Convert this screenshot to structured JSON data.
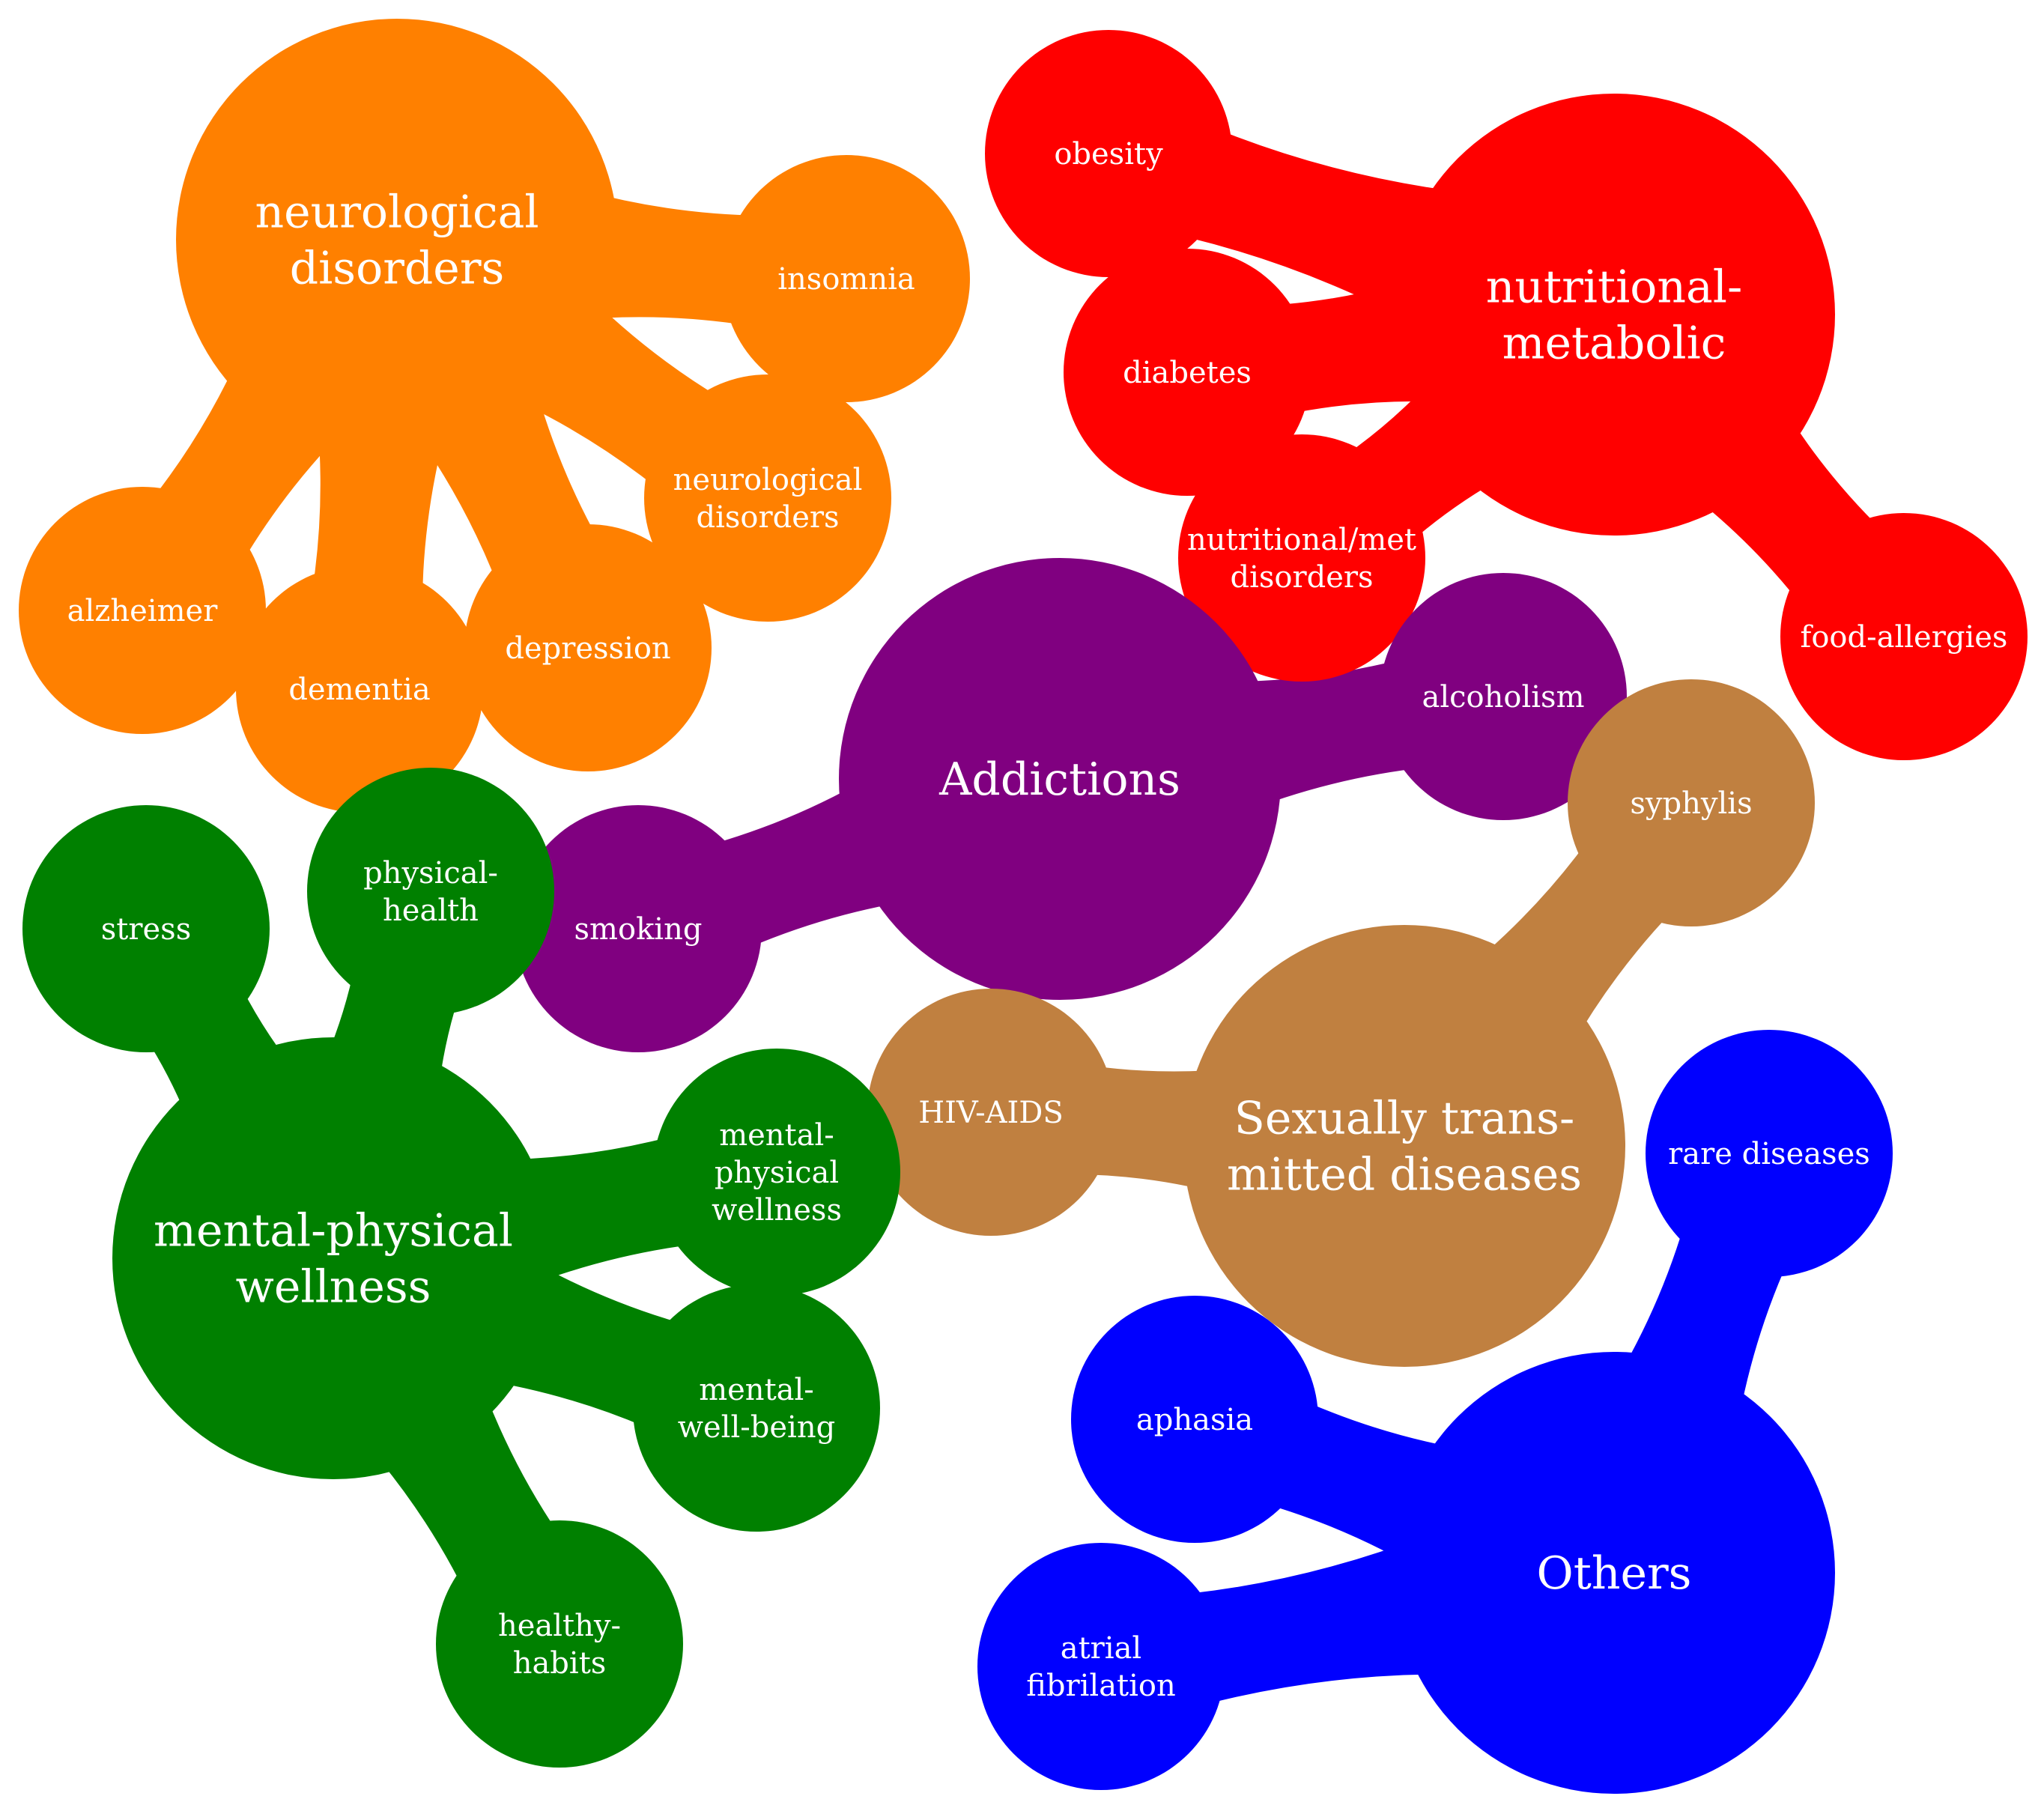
{
  "colors": {
    "neuro": "#ff8000",
    "nutri": "#ff0000",
    "addict": "#800080",
    "std": "#c08040",
    "wellness": "#008000",
    "others": "#0000ff"
  },
  "groups": {
    "neuro": {
      "main": [
        "neurological",
        "disorders"
      ],
      "children": {
        "insomnia": [
          "insomnia"
        ],
        "neuro2": [
          "neurological",
          "disorders"
        ],
        "depression": [
          "depression"
        ],
        "dementia": [
          "dementia"
        ],
        "alzheimer": [
          "alzheimer"
        ]
      }
    },
    "nutri": {
      "main": [
        "nutritional-",
        "metabolic"
      ],
      "children": {
        "obesity": [
          "obesity"
        ],
        "diabetes": [
          "diabetes"
        ],
        "nutri2": [
          "nutritional/met",
          "disorders"
        ],
        "food": [
          "food-allergies"
        ]
      }
    },
    "addict": {
      "main": [
        "Addictions"
      ],
      "children": {
        "alcoholism": [
          "alcoholism"
        ],
        "smoking": [
          "smoking"
        ]
      }
    },
    "std": {
      "main": [
        "Sexually trans-",
        "mitted diseases"
      ],
      "children": {
        "syphylis": [
          "syphylis"
        ],
        "hiv": [
          "HIV-AIDS"
        ]
      }
    },
    "wellness": {
      "main": [
        "mental-physical",
        "wellness"
      ],
      "children": {
        "stress": [
          "stress"
        ],
        "physical": [
          "physical-",
          "health"
        ],
        "mpw": [
          "mental-",
          "physical",
          "wellness"
        ],
        "mwb": [
          "mental-",
          "well-being"
        ],
        "habits": [
          "healthy-",
          "habits"
        ]
      }
    },
    "others": {
      "main": [
        "Others"
      ],
      "children": {
        "rare": [
          "rare diseases"
        ],
        "aphasia": [
          "aphasia"
        ],
        "afib": [
          "atrial",
          "fibrilation"
        ]
      }
    }
  }
}
